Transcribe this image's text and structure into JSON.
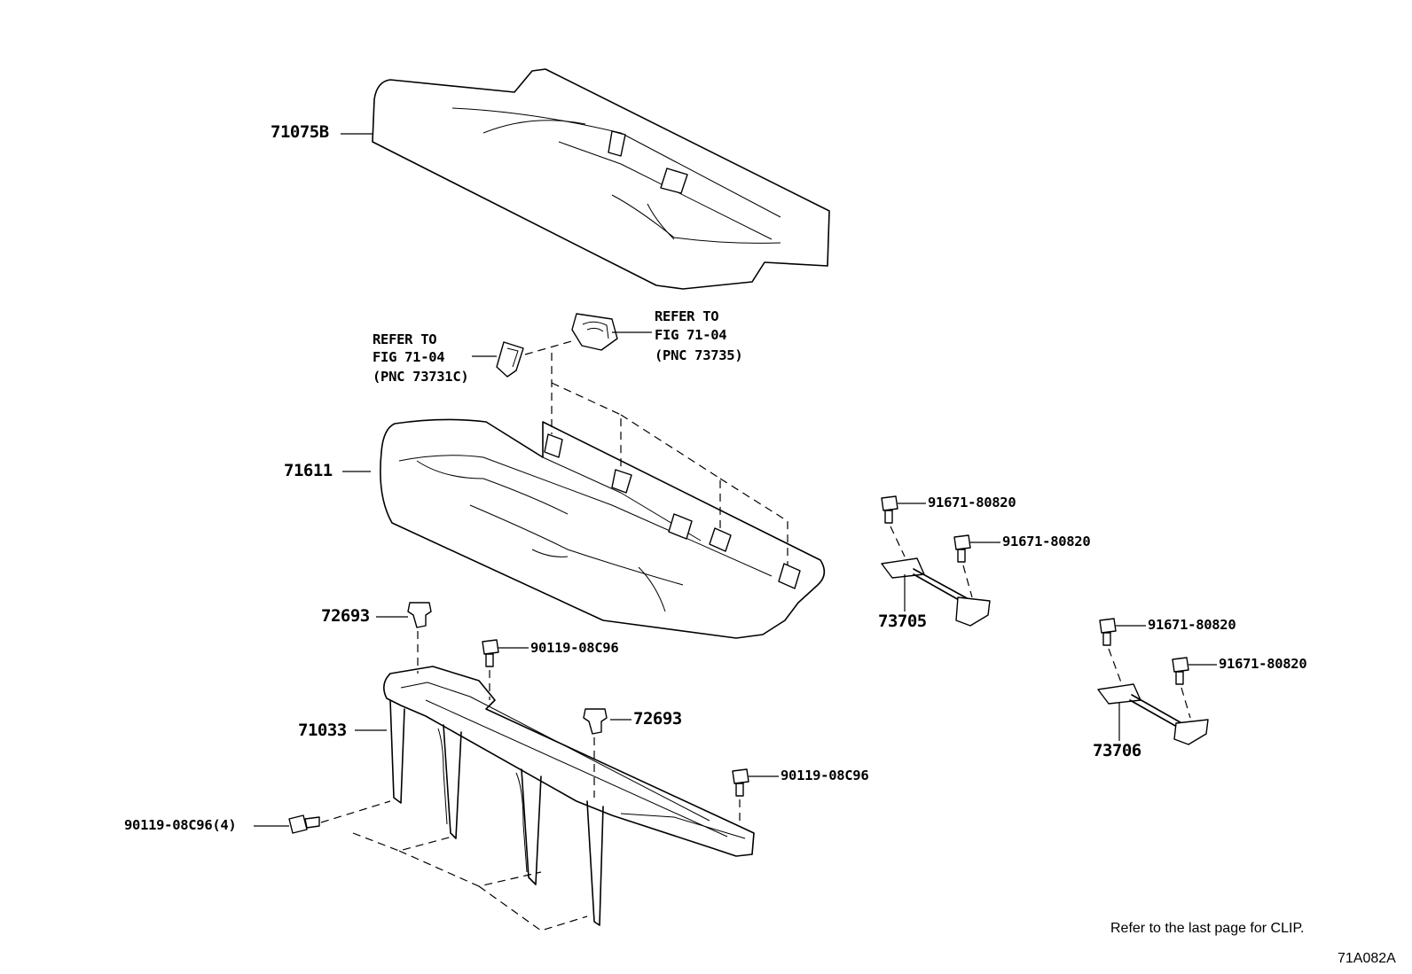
{
  "labels": {
    "cover_upper": "71075B",
    "cushion": "71611",
    "frame": "71033",
    "clip_upper": "72693",
    "clip_lower": "72693",
    "bolt_frame_a": "90119-08C96",
    "bolt_frame_b": "90119-08C96",
    "bolt_frame_c": "90119-08C96(4)",
    "bolt_a1": "91671-80820",
    "bolt_a2": "91671-80820",
    "bolt_b1": "91671-80820",
    "bolt_b2": "91671-80820",
    "bracket_a": "73705",
    "bracket_b": "73706"
  },
  "refer_left": {
    "line1": "REFER TO",
    "line2": "FIG 71-04",
    "line3": "(PNC 73731C)"
  },
  "refer_right": {
    "line1": "REFER TO",
    "line2": "FIG 71-04",
    "line3": "(PNC 73735)"
  },
  "footer": {
    "clip_note": "Refer to the last page for CLIP.",
    "figure_code": "71A082A"
  }
}
